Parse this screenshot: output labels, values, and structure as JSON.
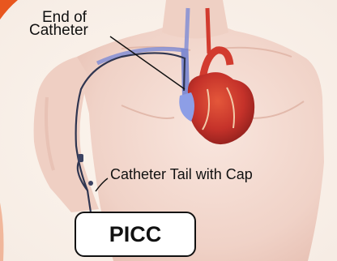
{
  "labels": {
    "end_line1": "End of",
    "end_line2": "Catheter",
    "tail": "Catheter Tail with Cap"
  },
  "box": {
    "text": "PICC"
  },
  "colors": {
    "skin": "#f2d6cc",
    "skin_shadow": "#e5bcb0",
    "heart_red": "#c9342a",
    "vessel_blue": "#6f7fd0",
    "catheter": "#2f3550",
    "accent_orange": "#e8561e",
    "leader_line": "#111111"
  }
}
